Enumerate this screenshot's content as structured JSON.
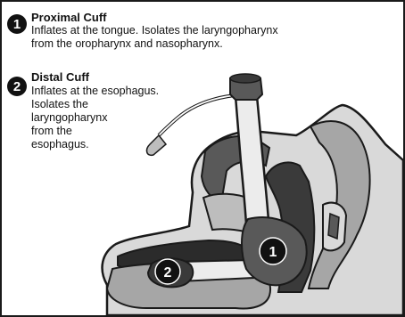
{
  "legend": {
    "item1": {
      "number": "1",
      "title": "Proximal Cuff",
      "lines": [
        "Inflates at the tongue. Isolates the laryngopharynx",
        "from the oropharynx and nasopharynx."
      ]
    },
    "item2": {
      "number": "2",
      "title": "Distal Cuff",
      "lines": [
        "Inflates at the esophagus.",
        "Isolates the",
        "laryngopharynx",
        "from the",
        "esophagus."
      ]
    }
  },
  "illustration": {
    "cuff1_label": "1",
    "cuff2_label": "2"
  },
  "colors": {
    "outline": "#1a1a1a",
    "tissue_light": "#d9d9d9",
    "tissue_mid": "#a6a6a6",
    "tissue_dark": "#595959",
    "cavity": "#2b2b2b",
    "tube": "#ececec",
    "cuff": "#3a3a3a"
  }
}
